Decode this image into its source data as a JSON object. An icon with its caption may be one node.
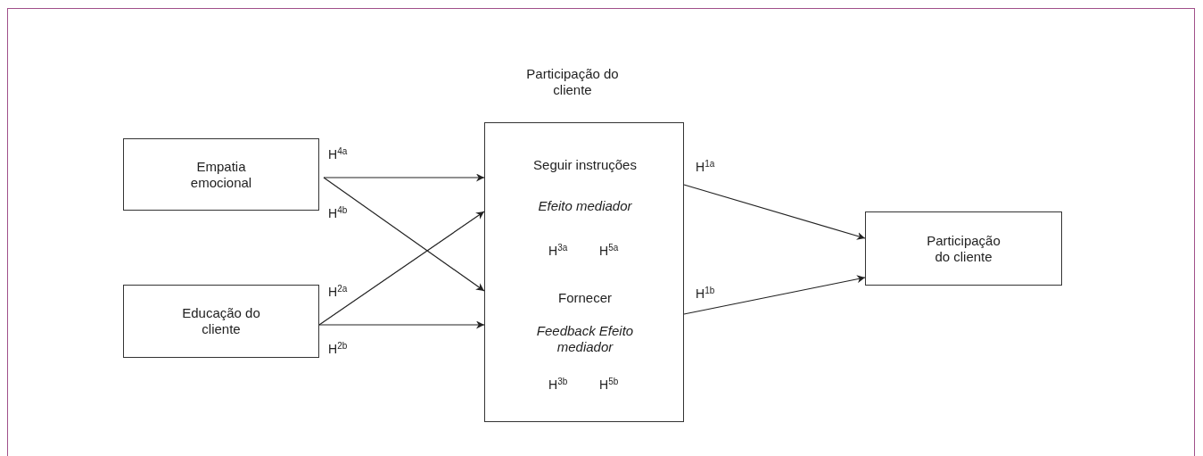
{
  "diagram": {
    "nodes": [
      {
        "text": [
          "Empatia emocional"
        ]
      },
      {
        "text": [
          "Educação do cliente"
        ]
      },
      {
        "text": [
          "Participação do cliente",
          "Seguir instruções",
          "Efeito mediador",
          "Fornecer",
          "Feedback Efeito mediador"
        ]
      },
      {
        "text": [
          "Participação do cliente"
        ]
      }
    ],
    "edges": [
      {
        "from": 0,
        "to": 2,
        "arrow": "to",
        "label": "H$^{4a}$"
      },
      {
        "from": 0,
        "to": 2,
        "arrow": "to",
        "label": "H$^{4b}$"
      },
      {
        "from": 1,
        "to": 2,
        "arrow": "to",
        "label": "H$^{2a}$"
      },
      {
        "from": 1,
        "to": 2,
        "arrow": "to",
        "label": "H$^{2b}$"
      },
      {
        "from": 2,
        "to": 3,
        "arrow": "to",
        "label": "H$^{1a}$"
      },
      {
        "from": 2,
        "to": 3,
        "arrow": "to",
        "label": "H$^{1b}$"
      }
    ],
    "labels": [
      "H$^{3a}$",
      "H$^{5a}$",
      "H$^{3b}$",
      "H$^{5b}$"
    ]
  }
}
